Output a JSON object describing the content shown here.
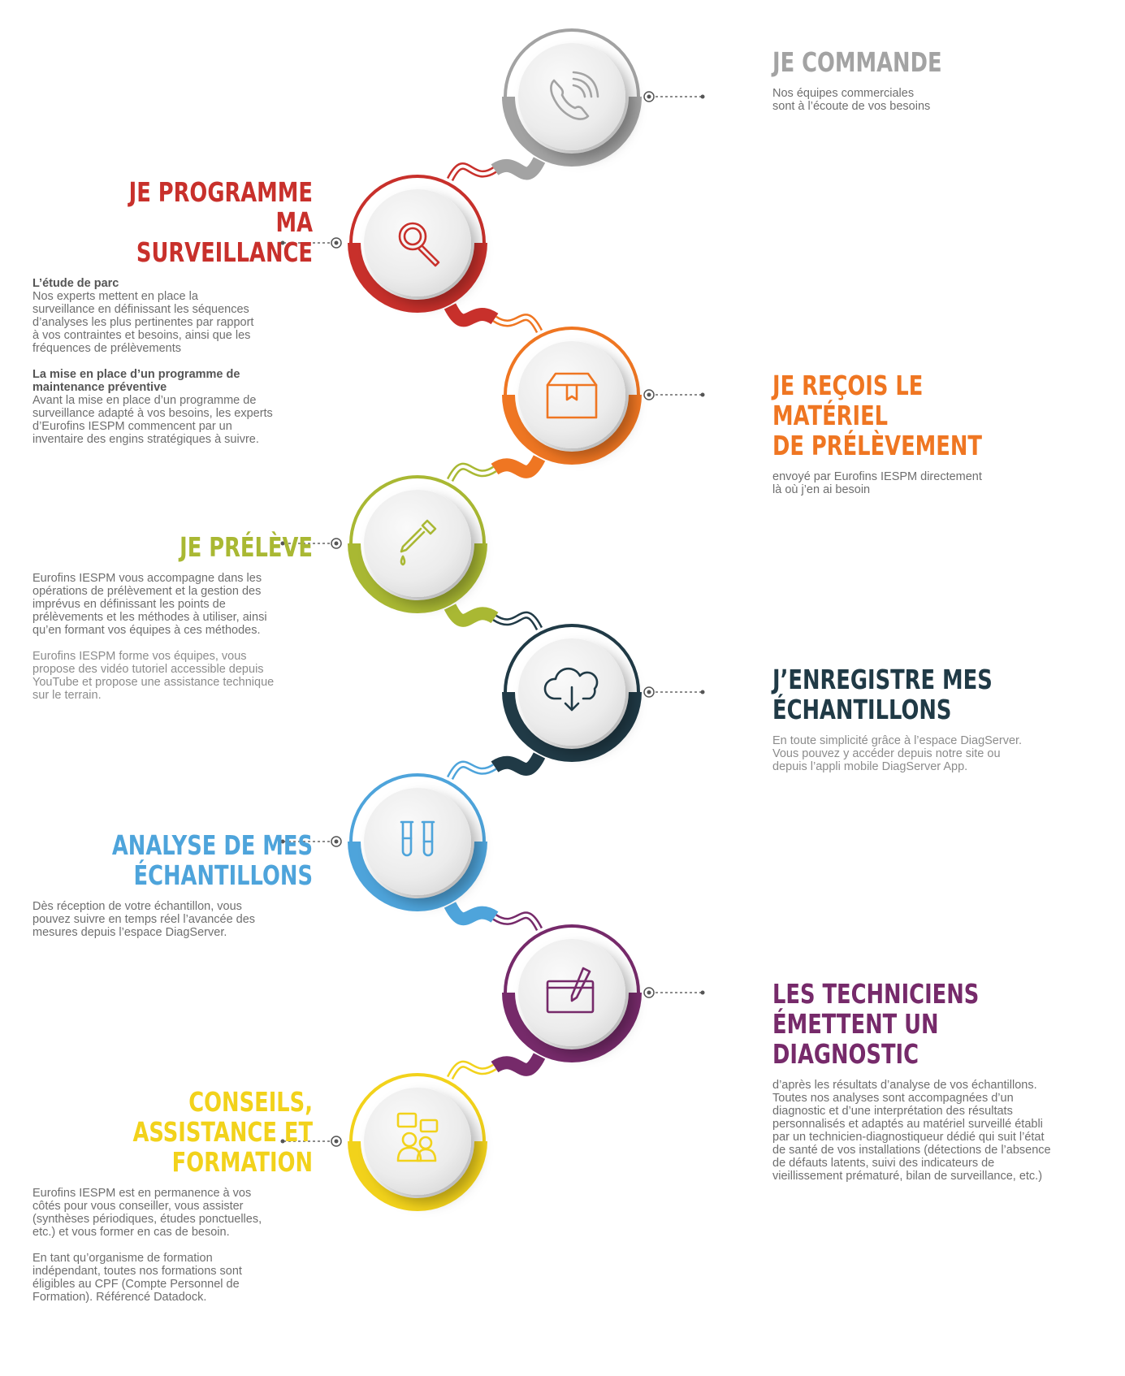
{
  "steps": [
    {
      "id": "je-commande",
      "title_lines": [
        "JE COMMANDE"
      ],
      "color": "#a3a3a3",
      "icon": "phone-icon",
      "side": "right",
      "blocks": [
        {
          "paragraph": "Nos équipes commerciales\nsont à l’écoute de vos besoins"
        }
      ]
    },
    {
      "id": "je-programme",
      "title_lines": [
        "JE PROGRAMME MA",
        "SURVEILLANCE"
      ],
      "color": "#c8302b",
      "icon": "magnifier-icon",
      "side": "left",
      "blocks": [
        {
          "subtitle": "L’étude de parc",
          "paragraph": "Nos experts mettent en place la\nsurveillance en définissant les séquences\nd’analyses les plus pertinentes par rapport\nà vos contraintes et besoins, ainsi que les\nfréquences de prélèvements"
        },
        {
          "subtitle": "La mise en place d’un programme de maintenance préventive",
          "paragraph": "Avant la mise en place d’un programme de\nsurveillance adapté à vos besoins, les experts\nd’Eurofins IESPM commencent par un\ninventaire des engins stratégiques à suivre."
        }
      ]
    },
    {
      "id": "je-recois",
      "title_lines": [
        "JE REÇOIS LE MATÉRIEL",
        "DE PRÉLÈVEMENT"
      ],
      "color": "#ef7622",
      "icon": "package-icon",
      "side": "right",
      "blocks": [
        {
          "paragraph": "envoyé par Eurofins IESPM directement\nlà où j’en ai besoin"
        }
      ]
    },
    {
      "id": "je-preleve",
      "title_lines": [
        "JE PRÉLÈVE"
      ],
      "color": "#a9b833",
      "icon": "pipette-icon",
      "side": "left",
      "blocks": [
        {
          "paragraph": "Eurofins IESPM vous accompagne dans les\nopérations de prélèvement et la gestion des\nimprévus en définissant les points de\nprélèvements et les méthodes à utiliser, ainsi\nqu’en formant vos équipes à ces méthodes."
        },
        {
          "paragraph": "Eurofins IESPM forme vos équipes, vous\npropose des vidéo tutoriel accessible depuis\nYouTube et propose une assistance technique\nsur le terrain.",
          "light": true
        }
      ]
    },
    {
      "id": "j-enregistre",
      "title_lines": [
        "J’ENREGISTRE MES",
        "ÉCHANTILLONS"
      ],
      "color": "#203a46",
      "icon": "cloud-download-icon",
      "side": "right",
      "blocks": [
        {
          "paragraph": "En toute simplicité grâce à l’espace DiagServer.\nVous pouvez y accéder depuis notre site ou\ndepuis l’appli mobile DiagServer App.",
          "light": true
        }
      ]
    },
    {
      "id": "analyse",
      "title_lines": [
        "ANALYSE DE MES",
        "ÉCHANTILLONS"
      ],
      "color": "#4ea4db",
      "icon": "test-tubes-icon",
      "side": "left",
      "blocks": [
        {
          "paragraph": "Dès réception de votre échantillon, vous\npouvez suivre en temps réel l’avancée des\nmesures depuis l’espace DiagServer."
        }
      ]
    },
    {
      "id": "techniciens",
      "title_lines": [
        "LES TECHNICIENS",
        "ÉMETTENT UN DIAGNOSTIC"
      ],
      "color": "#762a6a",
      "icon": "window-pen-icon",
      "side": "right",
      "blocks": [
        {
          "paragraph": "d’après les résultats d’analyse de vos échantillons.\nToutes nos analyses sont accompagnées d’un\ndiagnostic et d’une interprétation des résultats\npersonnalisés et adaptés au matériel surveillé établi\npar un technicien-diagnostiqueur dédié qui suit l’état\nde santé de vos installations (détections de l’absence\nde défauts latents, suivi des indicateurs de\nvieillissement prématuré, bilan de surveillance, etc.)"
        }
      ]
    },
    {
      "id": "conseils",
      "title_lines": [
        "CONSEILS,",
        "ASSISTANCE ET",
        "FORMATION"
      ],
      "color": "#f2d21b",
      "icon": "people-chat-icon",
      "side": "left",
      "blocks": [
        {
          "paragraph": "Eurofins IESPM est en permanence à vos\ncôtés pour vous conseiller, vous assister\n(synthèses périodiques, études ponctuelles,\netc.) et vous former en cas de besoin."
        },
        {
          "paragraph": "En tant qu’organisme de formation\nindépendant, toutes nos formations sont\néligibles au CPF (Compte Personnel de\nFormation). Référencé Datadock."
        }
      ]
    }
  ]
}
